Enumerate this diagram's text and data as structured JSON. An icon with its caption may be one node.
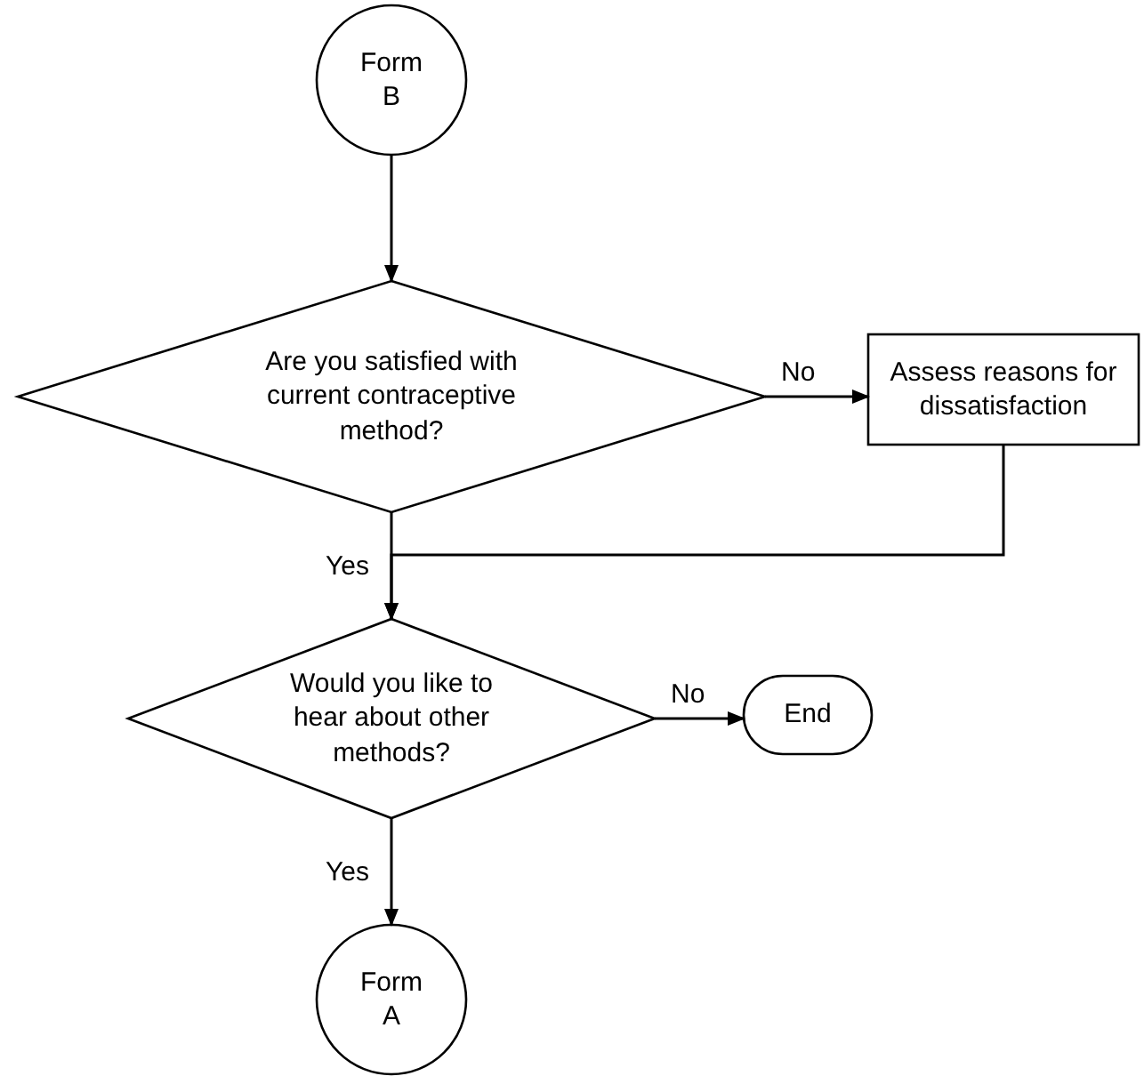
{
  "diagram": {
    "nodes": [
      {
        "text": [
          "Form B"
        ]
      },
      {
        "text": [
          "Are you satisfied with current contraceptive method?"
        ]
      },
      {
        "text": [
          "Assess reasons for dissatisfaction"
        ]
      },
      {
        "text": [
          "Would you like to hear about other methods?"
        ]
      },
      {
        "text": [
          "End"
        ]
      },
      {
        "text": [
          "Form A"
        ]
      }
    ],
    "edges": [
      {
        "from": 0,
        "to": 1,
        "arrow": "to"
      },
      {
        "from": 1,
        "to": 2,
        "arrow": "to",
        "label": "No"
      },
      {
        "from": 1,
        "to": 3,
        "arrow": "to",
        "label": "Yes"
      },
      {
        "from": 2,
        "to": 3,
        "arrow": "to"
      },
      {
        "from": 3,
        "to": 4,
        "arrow": "to",
        "label": "No"
      },
      {
        "from": 3,
        "to": 5,
        "arrow": "to",
        "label": "Yes"
      }
    ]
  }
}
